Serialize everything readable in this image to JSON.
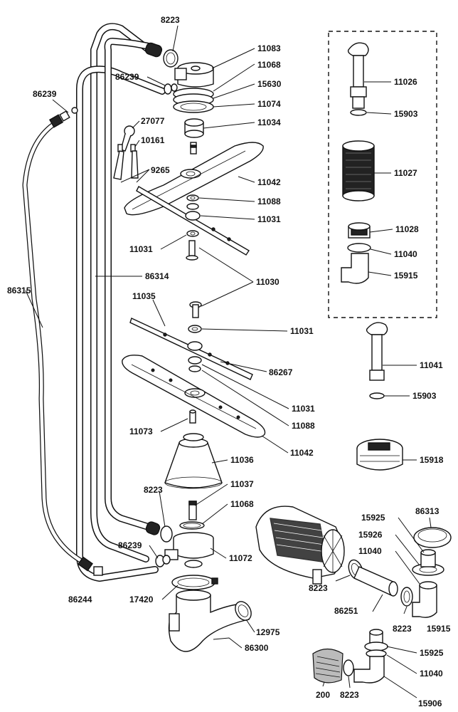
{
  "labels": [
    "8223",
    "11083",
    "86239",
    "11068",
    "15630",
    "11074",
    "11034",
    "27077",
    "10161",
    "9265",
    "11042",
    "11088",
    "11031",
    "11031",
    "86315",
    "86314",
    "11030",
    "11035",
    "11031",
    "86267",
    "11031",
    "11088",
    "11073",
    "11042",
    "11036",
    "11037",
    "8223",
    "11068",
    "86239",
    "11072",
    "86244",
    "17420",
    "12975",
    "86300",
    "11026",
    "15903",
    "11027",
    "11028",
    "11040",
    "15915",
    "11041",
    "15903",
    "15918",
    "86313",
    "15925",
    "15926",
    "11040",
    "8223",
    "86251",
    "8223",
    "15915",
    "15925",
    "11040",
    "200",
    "8223",
    "15906",
    "86239"
  ]
}
